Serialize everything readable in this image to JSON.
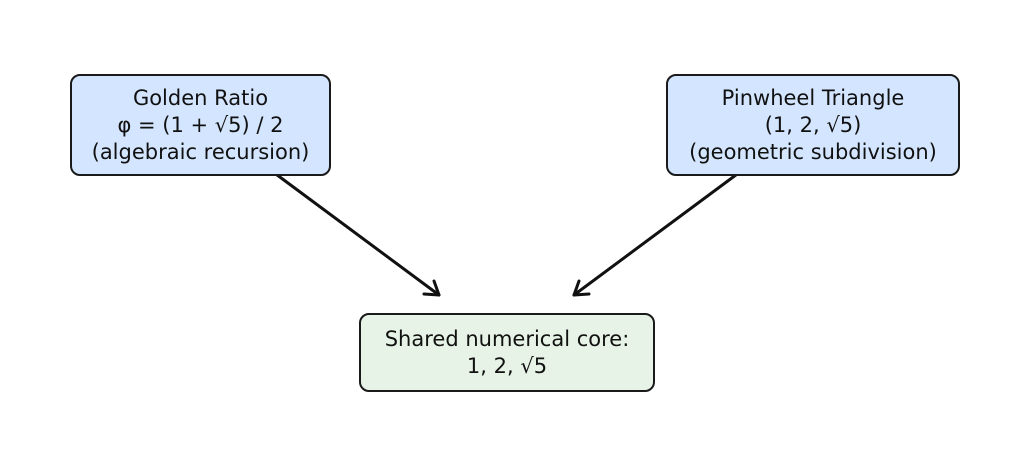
{
  "nodes": {
    "golden_ratio": {
      "lines": [
        "Golden Ratio",
        "φ = (1 + √5) / 2",
        "(algebraic recursion)"
      ],
      "fill": "#d4e6ff"
    },
    "pinwheel": {
      "lines": [
        "Pinwheel Triangle",
        "(1, 2, √5)",
        "(geometric subdivision)"
      ],
      "fill": "#d4e6ff"
    },
    "core": {
      "lines": [
        "Shared numerical core:",
        "1, 2, √5"
      ],
      "fill": "#e6f3e6"
    }
  },
  "edges": [
    {
      "from": "golden_ratio",
      "to": "core"
    },
    {
      "from": "pinwheel",
      "to": "core"
    }
  ],
  "colors": {
    "border": "#1a1a1a",
    "arrow": "#111111"
  }
}
